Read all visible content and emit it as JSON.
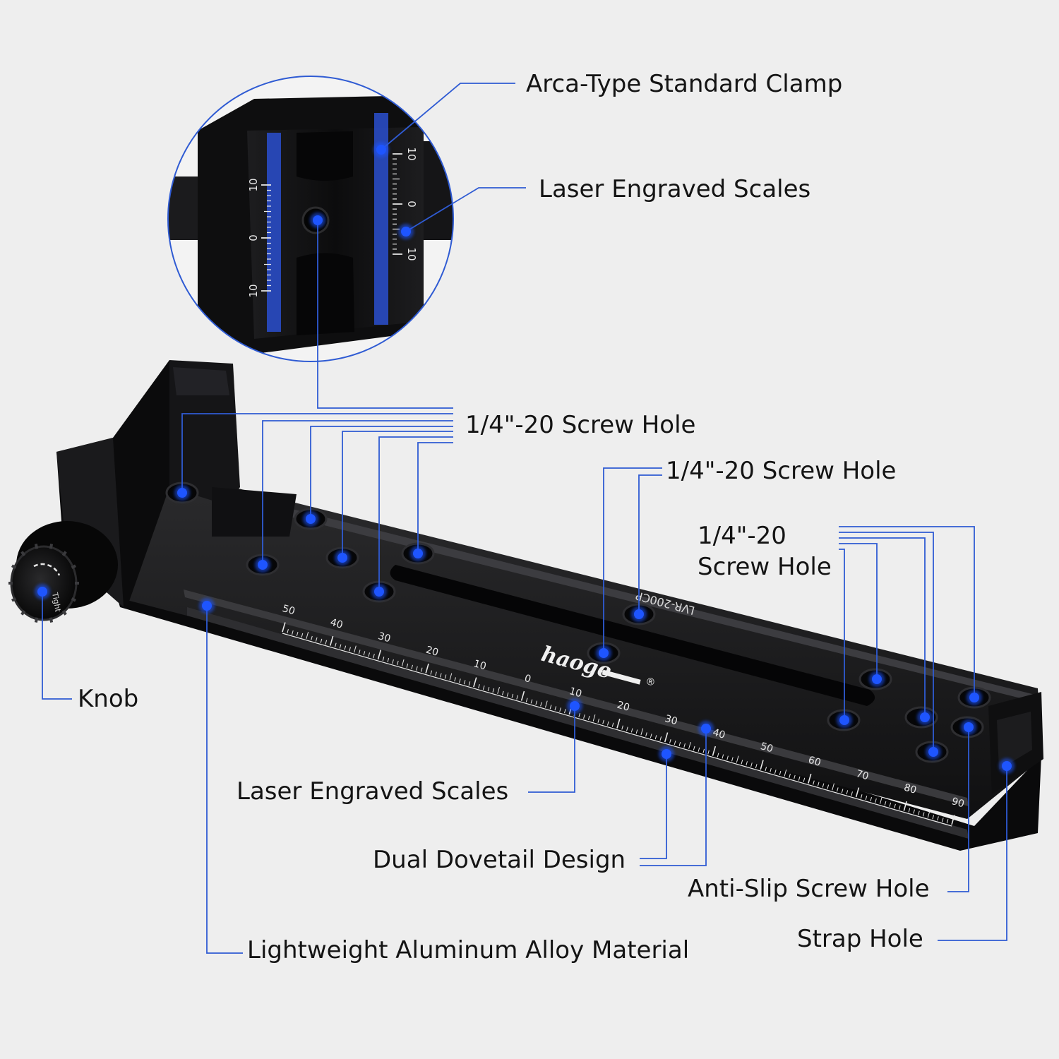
{
  "colors": {
    "background": "#eeeeee",
    "leader_line": "#2f5bd3",
    "marker": "#1e55ff",
    "body": "#141414",
    "engraving": "#e8e8e8"
  },
  "labels": {
    "arca_clamp": "Arca-Type Standard Clamp",
    "laser_scales_top": "Laser Engraved Scales",
    "screw_hole_1": "1/4\"-20 Screw Hole",
    "screw_hole_2": "1/4\"-20 Screw Hole",
    "screw_hole_3_line1": "1/4\"-20",
    "screw_hole_3_line2": "Screw Hole",
    "knob": "Knob",
    "laser_scales_bottom": "Laser Engraved Scales",
    "dual_dovetail": "Dual Dovetail Design",
    "anti_slip": "Anti-Slip Screw Hole",
    "strap_hole": "Strap Hole",
    "aluminum": "Lightweight Aluminum Alloy Material"
  },
  "product": {
    "brand": "haoge",
    "registered_mark": "®",
    "model": "LVR-200CP",
    "knob_text": "Tight"
  },
  "scales": {
    "rail_ticks": [
      "50",
      "40",
      "30",
      "20",
      "10",
      "0",
      "10",
      "20",
      "30",
      "40",
      "50",
      "60",
      "70",
      "80",
      "90"
    ],
    "clamp_left_ticks": [
      "10",
      "0",
      "10"
    ],
    "clamp_right_ticks": [
      "10",
      "0",
      "10"
    ]
  }
}
